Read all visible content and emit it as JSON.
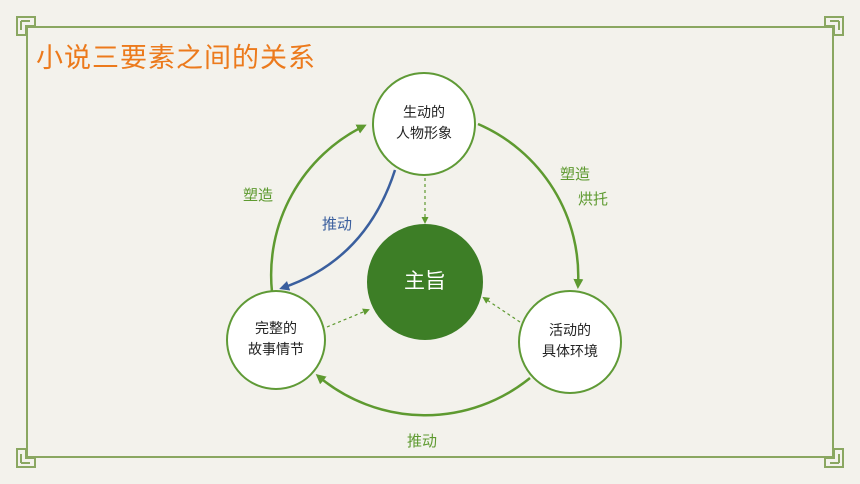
{
  "title": "小说三要素之间的关系",
  "colors": {
    "title": "#ec7a1c",
    "frame": "#8aa761",
    "arrow_green": "#5e9a30",
    "arrow_blue": "#3a5f9e",
    "center_fill": "#3d7e26"
  },
  "nodes": {
    "character": {
      "line1": "生动的",
      "line2": "人物形象"
    },
    "environment": {
      "line1": "活动的",
      "line2": "具体环境"
    },
    "plot": {
      "line1": "完整的",
      "line2": "故事情节"
    },
    "theme": {
      "label": "主旨"
    }
  },
  "edges": {
    "character_to_environment": {
      "line1": "塑造",
      "line2": "烘托"
    },
    "environment_to_plot": "推动",
    "plot_to_character": "塑造",
    "character_to_plot": "推动"
  }
}
